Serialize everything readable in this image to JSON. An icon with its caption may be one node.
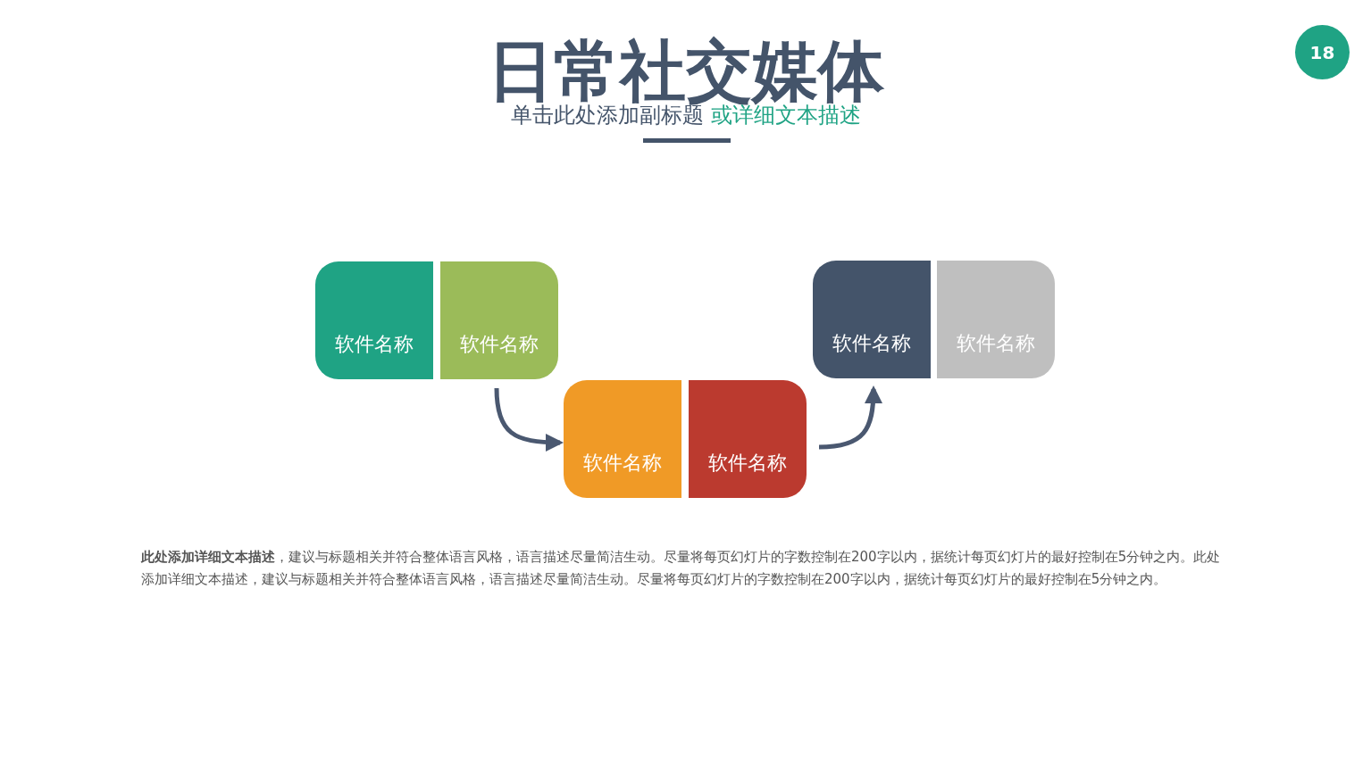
{
  "diagram": {
    "title": "日常社交媒体",
    "nodes": [
      {
        "text": [
          "软件名称"
        ]
      },
      {
        "text": [
          "软件名称"
        ]
      },
      {
        "text": [
          "软件名称"
        ]
      },
      {
        "text": [
          "软件名称"
        ]
      },
      {
        "text": [
          "软件名称"
        ]
      },
      {
        "text": [
          "软件名称"
        ]
      }
    ],
    "edges": [
      {
        "from": 1,
        "to": 2,
        "arrow": "to"
      },
      {
        "from": 3,
        "to": 4,
        "arrow": "to"
      }
    ],
    "labels": [
      "18",
      "单击此处添加副标题",
      "或详细文本描述",
      "**此处添加详细文本描述**，建议与标题相关并符合整体语言风格，语言描述尽量简洁生动。尽量将每页幻灯片的字数控制在200字以内，据统计每页幻灯片的最好控制在5分钟之内。此处添加详细文本描述，建议与标题相关并符合整体语言风格，语言描述尽量简洁生动。尽量将每页幻灯片的字数控制在200字以内，据统计每页幻灯片的最好控制在5分钟之内。"
    ]
  }
}
